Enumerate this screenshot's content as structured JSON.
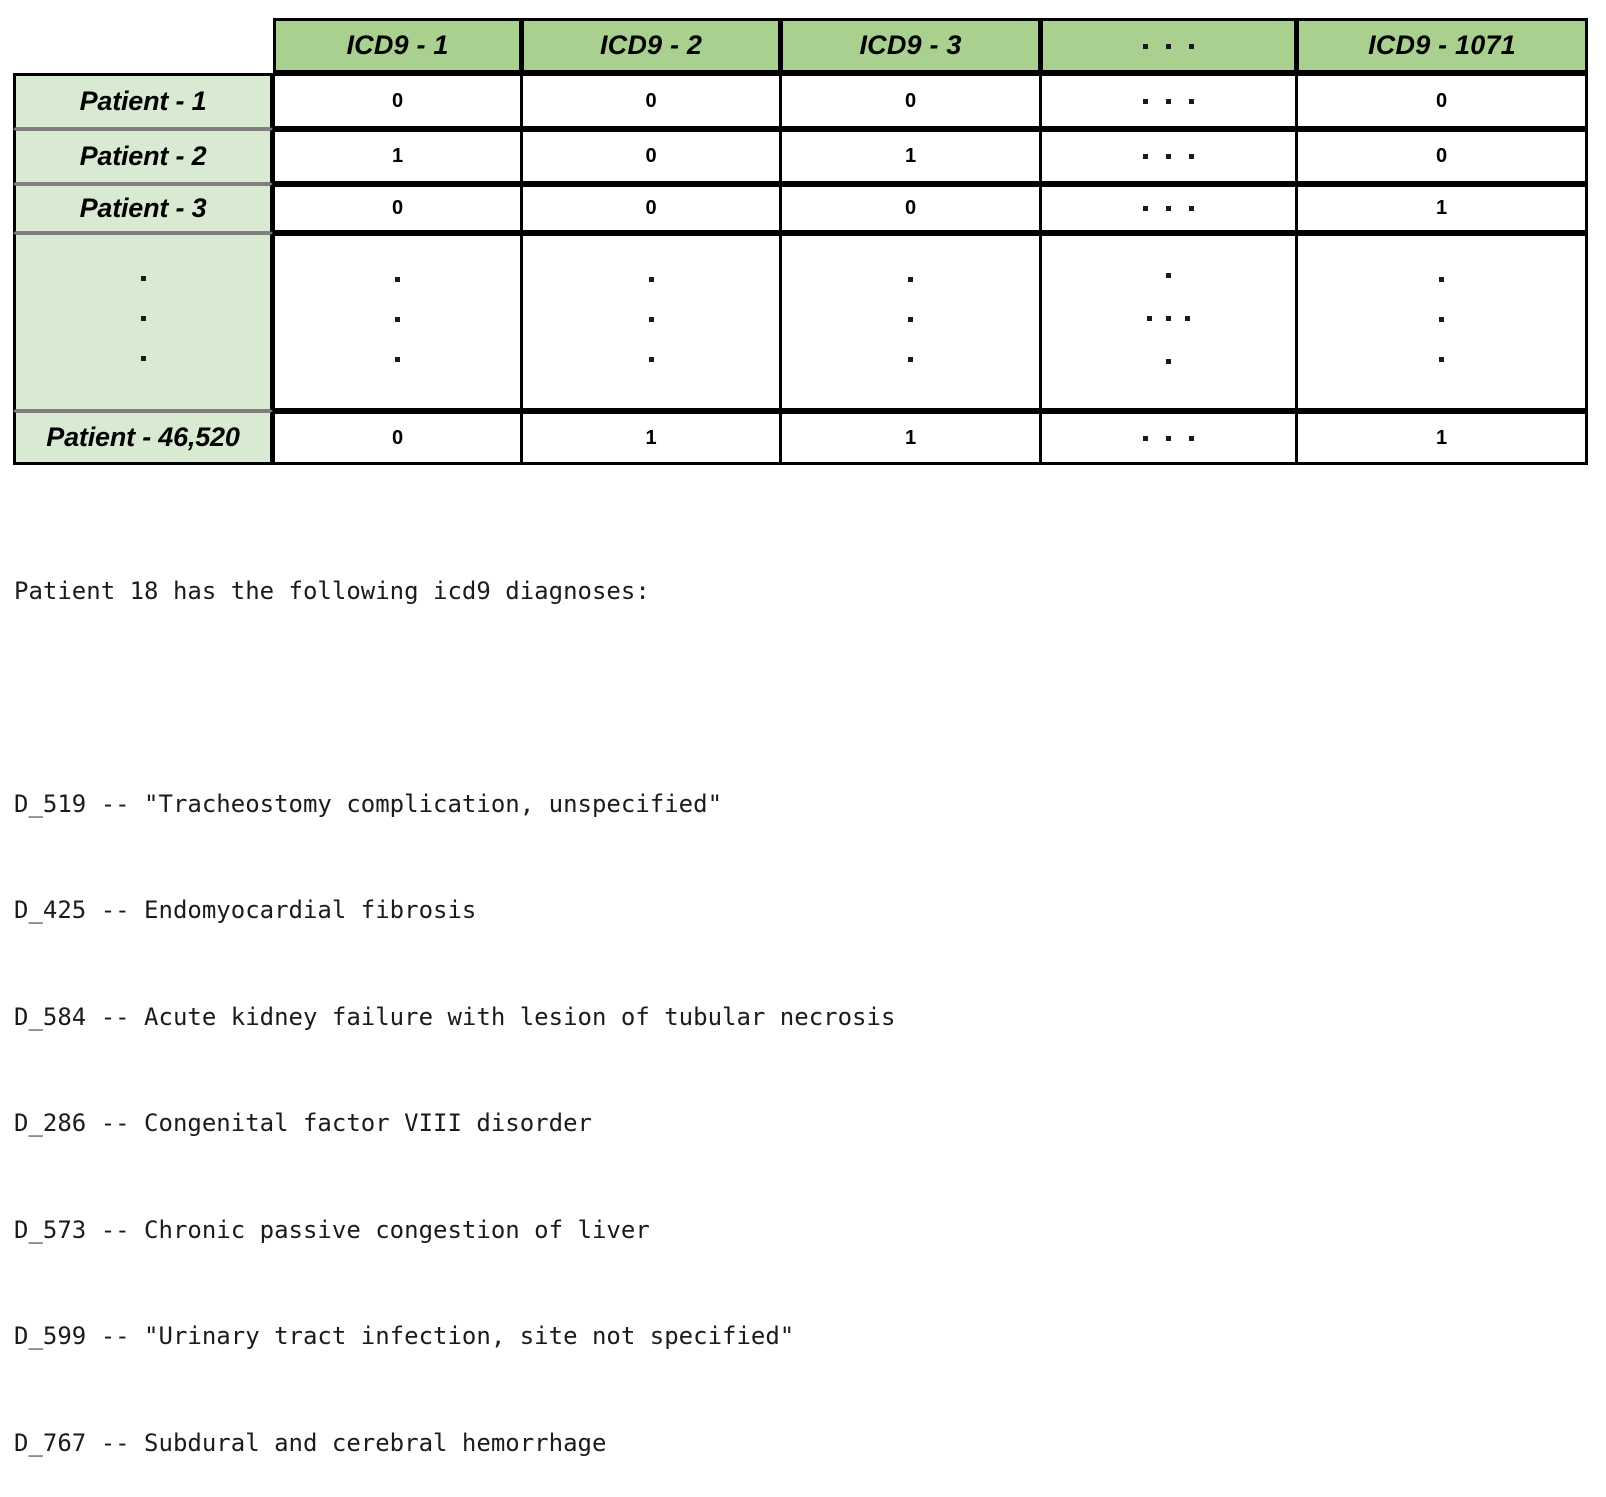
{
  "matrix": {
    "corner_label": "",
    "column_headers": [
      "ICD9 - 1",
      "ICD9 - 2",
      "ICD9 - 3",
      "...",
      "ICD9 - 1071"
    ],
    "row_labels": [
      "Patient - 1",
      "Patient - 2",
      "Patient - 3",
      "...",
      "Patient - 46,520"
    ],
    "rows": [
      {
        "label": "Patient - 1",
        "values": [
          "0",
          "0",
          "0",
          "...",
          "0"
        ]
      },
      {
        "label": "Patient - 2",
        "values": [
          "1",
          "0",
          "1",
          "...",
          "0"
        ]
      },
      {
        "label": "Patient - 3",
        "values": [
          "0",
          "0",
          "0",
          "...",
          "1"
        ]
      },
      {
        "label": "...",
        "values": [
          "...",
          "...",
          "...",
          "...",
          "..."
        ]
      },
      {
        "label": "Patient - 46,520",
        "values": [
          "0",
          "1",
          "1",
          "...",
          "1"
        ]
      }
    ],
    "colors": {
      "header_fill": "#a9d08e",
      "row_label_fill": "#d9ead3",
      "cell_fill": "#ffffff",
      "border": "#000000",
      "row_label_divider": "#7f7f7f"
    }
  },
  "diagnoses": {
    "intro": "Patient 18 has the following icd9 diagnoses:",
    "items": [
      "D_519 -- \"Tracheostomy complication, unspecified\"",
      "D_425 -- Endomyocardial fibrosis",
      "D_584 -- Acute kidney failure with lesion of tubular necrosis",
      "D_286 -- Congenital factor VIII disorder",
      "D_573 -- Chronic passive congestion of liver",
      "D_599 -- \"Urinary tract infection, site not specified\"",
      "D_767 -- Subdural and cerebral hemorrhage"
    ]
  }
}
